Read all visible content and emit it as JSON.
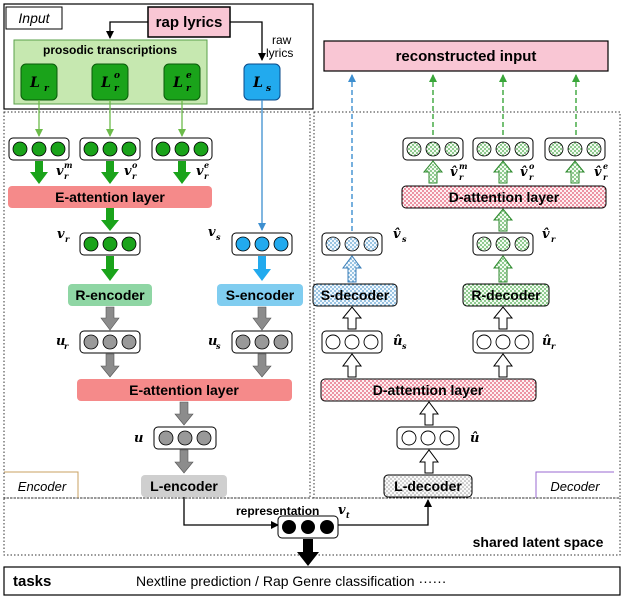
{
  "input_panel": {
    "title": "Input",
    "rap_lyrics": "rap lyrics",
    "raw_lyrics_line1": "raw",
    "raw_lyrics_line2": "lyrics",
    "prosodic_title": "prosodic transcriptions",
    "lr": "L",
    "lr_sub": "r",
    "lro_sub": "r",
    "lro_sup": "o",
    "lre_sub": "r",
    "lre_sup": "e",
    "ls": "L",
    "ls_sub": "s"
  },
  "encoder": {
    "label": "Encoder",
    "vrm": "v",
    "vrm_sub": "r",
    "vrm_sup": "m",
    "vro_sub": "r",
    "vro_sup": "o",
    "vre_sub": "r",
    "vre_sup": "e",
    "e_attention_top": "E-attention layer",
    "vr": "v",
    "vr_sub": "r",
    "vs": "v",
    "vs_sub": "s",
    "r_encoder": "R-encoder",
    "s_encoder": "S-encoder",
    "ur": "u",
    "ur_sub": "r",
    "us": "u",
    "us_sub": "s",
    "e_attention_bottom": "E-attention layer",
    "u": "u",
    "l_encoder": "L-encoder"
  },
  "decoder": {
    "label": "Decoder",
    "reconstructed": "reconstructed input",
    "hvrm": "v̂",
    "hvrm_sub": "r",
    "hvrm_sup": "m",
    "hvro_sub": "r",
    "hvro_sup": "o",
    "hvre_sub": "r",
    "hvre_sup": "e",
    "d_attention_top": "D-attention layer",
    "hvs": "v̂",
    "hvs_sub": "s",
    "hvr": "v̂",
    "hvr_sub": "r",
    "s_decoder": "S-decoder",
    "r_decoder": "R-decoder",
    "hus": "û",
    "hus_sub": "s",
    "hur": "û",
    "hur_sub": "r",
    "d_attention_bottom": "D-attention layer",
    "hu": "û",
    "l_decoder": "L-decoder"
  },
  "latent": {
    "representation": "representation",
    "vt": "v",
    "vt_sub": "t",
    "shared_label": "shared latent space"
  },
  "tasks": {
    "label": "tasks",
    "description": "Nextline prediction / Rap Genre classification ······"
  },
  "colors": {
    "green_box": "#1aa31a",
    "green_light": "#c6e8b0",
    "blue_box": "#22aaee",
    "pink": "#f58a8a",
    "light_pink": "#f9c6d4",
    "r_encoder_fill": "#8fd6a4",
    "s_encoder_fill": "#80cdf0",
    "gray_node": "#999999",
    "gray_arrow": "#8c8c8c"
  }
}
